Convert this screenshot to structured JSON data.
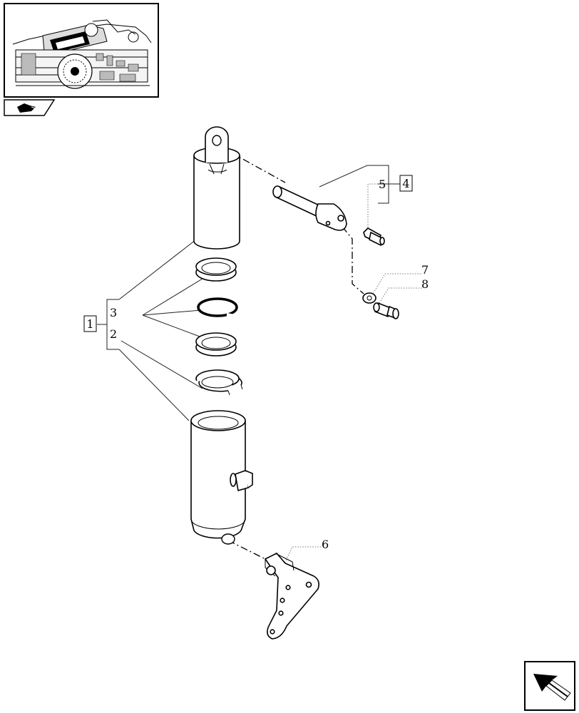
{
  "callouts": {
    "assembly": "1",
    "ring_a": "2",
    "ring_b": "3",
    "pin_ref": "4",
    "pin": "5",
    "bracket": "6",
    "washer": "7",
    "bolt": "8"
  },
  "icons": {
    "thumbnail": "tractor-rear-lift-thumbnail",
    "folder_tab": "folder-arrow-icon",
    "next_page": "page-turn-arrow-icon"
  }
}
